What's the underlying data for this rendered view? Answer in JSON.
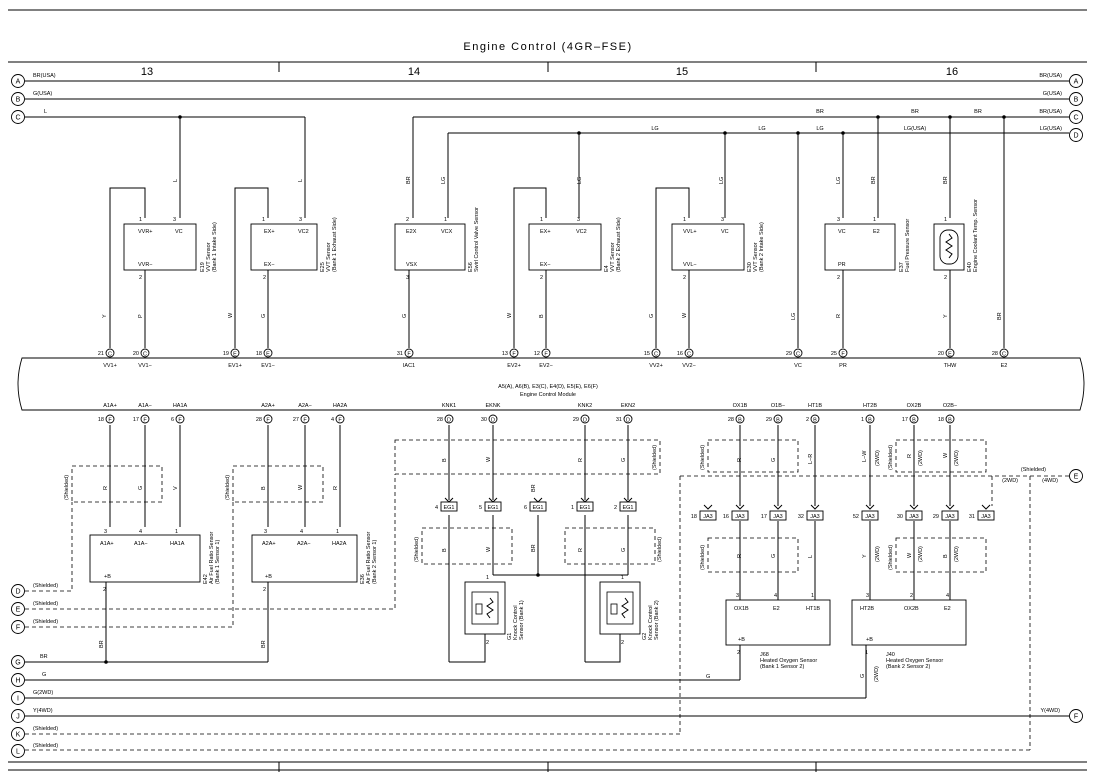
{
  "title": "Engine Control (4GR–FSE)",
  "sections": [
    "13",
    "14",
    "15",
    "16"
  ],
  "rails": [
    {
      "id": "A",
      "left": "BR(USA)",
      "right": "BR(USA)"
    },
    {
      "id": "B",
      "left": "G(USA)",
      "right": "G(USA)"
    },
    {
      "id": "C",
      "left": "L",
      "right": "BR(USA)"
    },
    {
      "id": "D",
      "left": "",
      "right": "LG(USA)"
    }
  ],
  "bottom_rails": [
    {
      "id": "D",
      "label": "(Shielded)"
    },
    {
      "id": "E",
      "label": "(Shielded)"
    },
    {
      "id": "F",
      "label": "(Shielded)"
    },
    {
      "id": "G",
      "label": "BR"
    },
    {
      "id": "H",
      "label": "G"
    },
    {
      "id": "I",
      "label": "G(2WD)"
    },
    {
      "id": "J",
      "label": "Y(4WD)"
    },
    {
      "id": "K",
      "label": "(Shielded)"
    },
    {
      "id": "L",
      "label": "(Shielded)"
    }
  ],
  "right_extra": [
    {
      "id": "E",
      "label": "(Shielded)",
      "sub": [
        "(2WD)",
        "(4WD)"
      ]
    },
    {
      "id": "F",
      "label": "Y(4WD)"
    }
  ],
  "top_labels": {
    "br1": "BR",
    "br2": "BR",
    "br3": "BR",
    "lg1": "LG",
    "lg2": "LG",
    "lg3": "LG",
    "lgusa": "LG(USA)"
  },
  "ecm": {
    "label1": "A5(A), A6(B), E3(C), E4(D), E5(E), E6(F)",
    "label2": "Engine Control Module",
    "top_pins": [
      {
        "n": "21",
        "c": "C",
        "name": "VV1+"
      },
      {
        "n": "20",
        "c": "C",
        "name": "VV1−"
      },
      {
        "n": "19",
        "c": "E",
        "name": "EV1+"
      },
      {
        "n": "18",
        "c": "E",
        "name": "EV1−"
      },
      {
        "n": "31",
        "c": "F",
        "name": "IAC1"
      },
      {
        "n": "13",
        "c": "F",
        "name": "EV2+"
      },
      {
        "n": "12",
        "c": "F",
        "name": "EV2−"
      },
      {
        "n": "15",
        "c": "C",
        "name": "VV2+"
      },
      {
        "n": "16",
        "c": "C",
        "name": "VV2−"
      },
      {
        "n": "29",
        "c": "C",
        "name": "VC"
      },
      {
        "n": "25",
        "c": "F",
        "name": "PR"
      },
      {
        "n": "20",
        "c": "E",
        "name": "THW"
      },
      {
        "n": "28",
        "c": "C",
        "name": "E2"
      }
    ],
    "bottom_pins": [
      {
        "n": "18",
        "c": "F",
        "name": "A1A+"
      },
      {
        "n": "17",
        "c": "F",
        "name": "A1A−"
      },
      {
        "n": "6",
        "c": "F",
        "name": "HA1A"
      },
      {
        "n": "28",
        "c": "F",
        "name": "A2A+"
      },
      {
        "n": "27",
        "c": "F",
        "name": "A2A−"
      },
      {
        "n": "4",
        "c": "F",
        "name": "HA2A"
      },
      {
        "n": "28",
        "c": "D",
        "name": "KNK1"
      },
      {
        "n": "30",
        "c": "D",
        "name": "EKNK"
      },
      {
        "n": "29",
        "c": "D",
        "name": "KNK2"
      },
      {
        "n": "31",
        "c": "D",
        "name": "EKN2"
      },
      {
        "n": "28",
        "c": "B",
        "name": "OX1B"
      },
      {
        "n": "29",
        "c": "B",
        "name": "O1B−"
      },
      {
        "n": "2",
        "c": "B",
        "name": "HT1B"
      },
      {
        "n": "1",
        "c": "B",
        "name": "HT2B"
      },
      {
        "n": "17",
        "c": "B",
        "name": "OX2B"
      },
      {
        "n": "18",
        "c": "B",
        "name": "O2B−"
      }
    ]
  },
  "components": {
    "e19": {
      "id": "E19",
      "name": "VVT Sensor",
      "sub": "(Bank 1 Intake Side)",
      "pins": {
        "p1": "1",
        "p3": "3",
        "p2": "2"
      },
      "a": "VVR+",
      "b": "VC",
      "c": "VVR−"
    },
    "e25": {
      "id": "E25",
      "name": "VVT Sensor",
      "sub": "(Bank 1 Exhaust Side)",
      "pins": {
        "p1": "1",
        "p3": "3",
        "p2": "2"
      },
      "a": "EX+",
      "b": "VC2",
      "c": "EX−"
    },
    "e56": {
      "id": "E56",
      "name": "Swirl Control Valve Sensor",
      "pins": {
        "p2": "2",
        "p1": "1",
        "p3": "3"
      },
      "a": "E2X",
      "b": "VCX",
      "c": "VSX"
    },
    "e4": {
      "id": "E4",
      "name": "VVT Sensor",
      "sub": "(Bank 2 Exhaust Side)",
      "pins": {
        "p1": "1",
        "p3": "3",
        "p2": "2"
      },
      "a": "EX+",
      "b": "VC2",
      "c": "EX−"
    },
    "e30": {
      "id": "E30",
      "name": "VVT Sensor",
      "sub": "(Bank 2 Intake Side)",
      "pins": {
        "p1": "1",
        "p3": "3",
        "p2": "2"
      },
      "a": "VVL+",
      "b": "VC",
      "c": "VVL−"
    },
    "e37": {
      "id": "E37",
      "name": "Fuel Pressure Sensor",
      "pins": {
        "p3": "3",
        "p1": "1",
        "p2": "2"
      },
      "a": "VC",
      "b": "E2",
      "c": "PR"
    },
    "e40": {
      "id": "E40",
      "name": "Engine Coolant Temp. Sensor",
      "pins": {
        "p1": "1",
        "p2": "2"
      }
    },
    "e42": {
      "id": "E42",
      "name": "Air Fuel Ratio Sensor",
      "sub": "(Bank 1 Sensor 1)",
      "pins": {
        "p3": "3",
        "p4": "4",
        "p1": "1",
        "p2": "2"
      },
      "a": "A1A+",
      "b": "A1A−",
      "c": "HA1A",
      "d": "+B"
    },
    "e36": {
      "id": "E36",
      "name": "Air Fuel Ratio Sensor",
      "sub": "(Bank 2 Sensor 1)",
      "pins": {
        "p3": "3",
        "p4": "4",
        "p1": "1",
        "p2": "2"
      },
      "a": "A2A+",
      "b": "A2A−",
      "c": "HA2A",
      "d": "+B"
    },
    "g1": {
      "id": "G1",
      "name": "Knock Control",
      "sub": "Sensor (Bank 1)",
      "pins": {
        "p1": "1",
        "p2": "2"
      }
    },
    "g2": {
      "id": "G2",
      "name": "Knock Control",
      "sub": "Sensor (Bank 2)",
      "pins": {
        "p1": "1",
        "p2": "2"
      }
    },
    "j68": {
      "id": "J68",
      "name": "Heated Oxygen Sensor",
      "sub": "(Bank 1 Sensor 2)",
      "pins": {
        "p3": "3",
        "p4": "4",
        "p1": "1",
        "p2": "2"
      },
      "a": "OX1B",
      "b": "E2",
      "c": "HT1B",
      "d": "+B"
    },
    "j40": {
      "id": "J40",
      "name": "Heated Oxygen Sensor",
      "sub": "(Bank 2 Sensor 2)",
      "pins": {
        "p3": "3",
        "p2": "2",
        "p4": "4",
        "p1": "1"
      },
      "a": "HT2B",
      "b": "OX2B",
      "c": "E2",
      "d": "+B"
    }
  },
  "wire_colors": {
    "y": "Y",
    "p": "P",
    "w": "W",
    "g": "G",
    "b": "B",
    "lg": "LG",
    "r": "R",
    "br": "BR",
    "l": "L",
    "v": "V",
    "lr": "L−R",
    "lw": "L−W",
    "d2wd": "(2WD)",
    "d4wd": "(4WD)"
  },
  "eg1": [
    {
      "p": "4",
      "c": "EG1"
    },
    {
      "p": "5",
      "c": "EG1"
    },
    {
      "p": "6",
      "c": "EG1"
    },
    {
      "p": "1",
      "c": "EG1"
    },
    {
      "p": "2",
      "c": "EG1"
    }
  ],
  "ja3": [
    {
      "p": "18",
      "c": "JA3"
    },
    {
      "p": "16",
      "c": "JA3"
    },
    {
      "p": "17",
      "c": "JA3"
    },
    {
      "p": "32",
      "c": "JA3"
    },
    {
      "p": "52",
      "c": "JA3"
    },
    {
      "p": "30",
      "c": "JA3"
    },
    {
      "p": "29",
      "c": "JA3"
    },
    {
      "p": "31",
      "c": "JA3"
    }
  ],
  "shielded": "(Shielded)"
}
